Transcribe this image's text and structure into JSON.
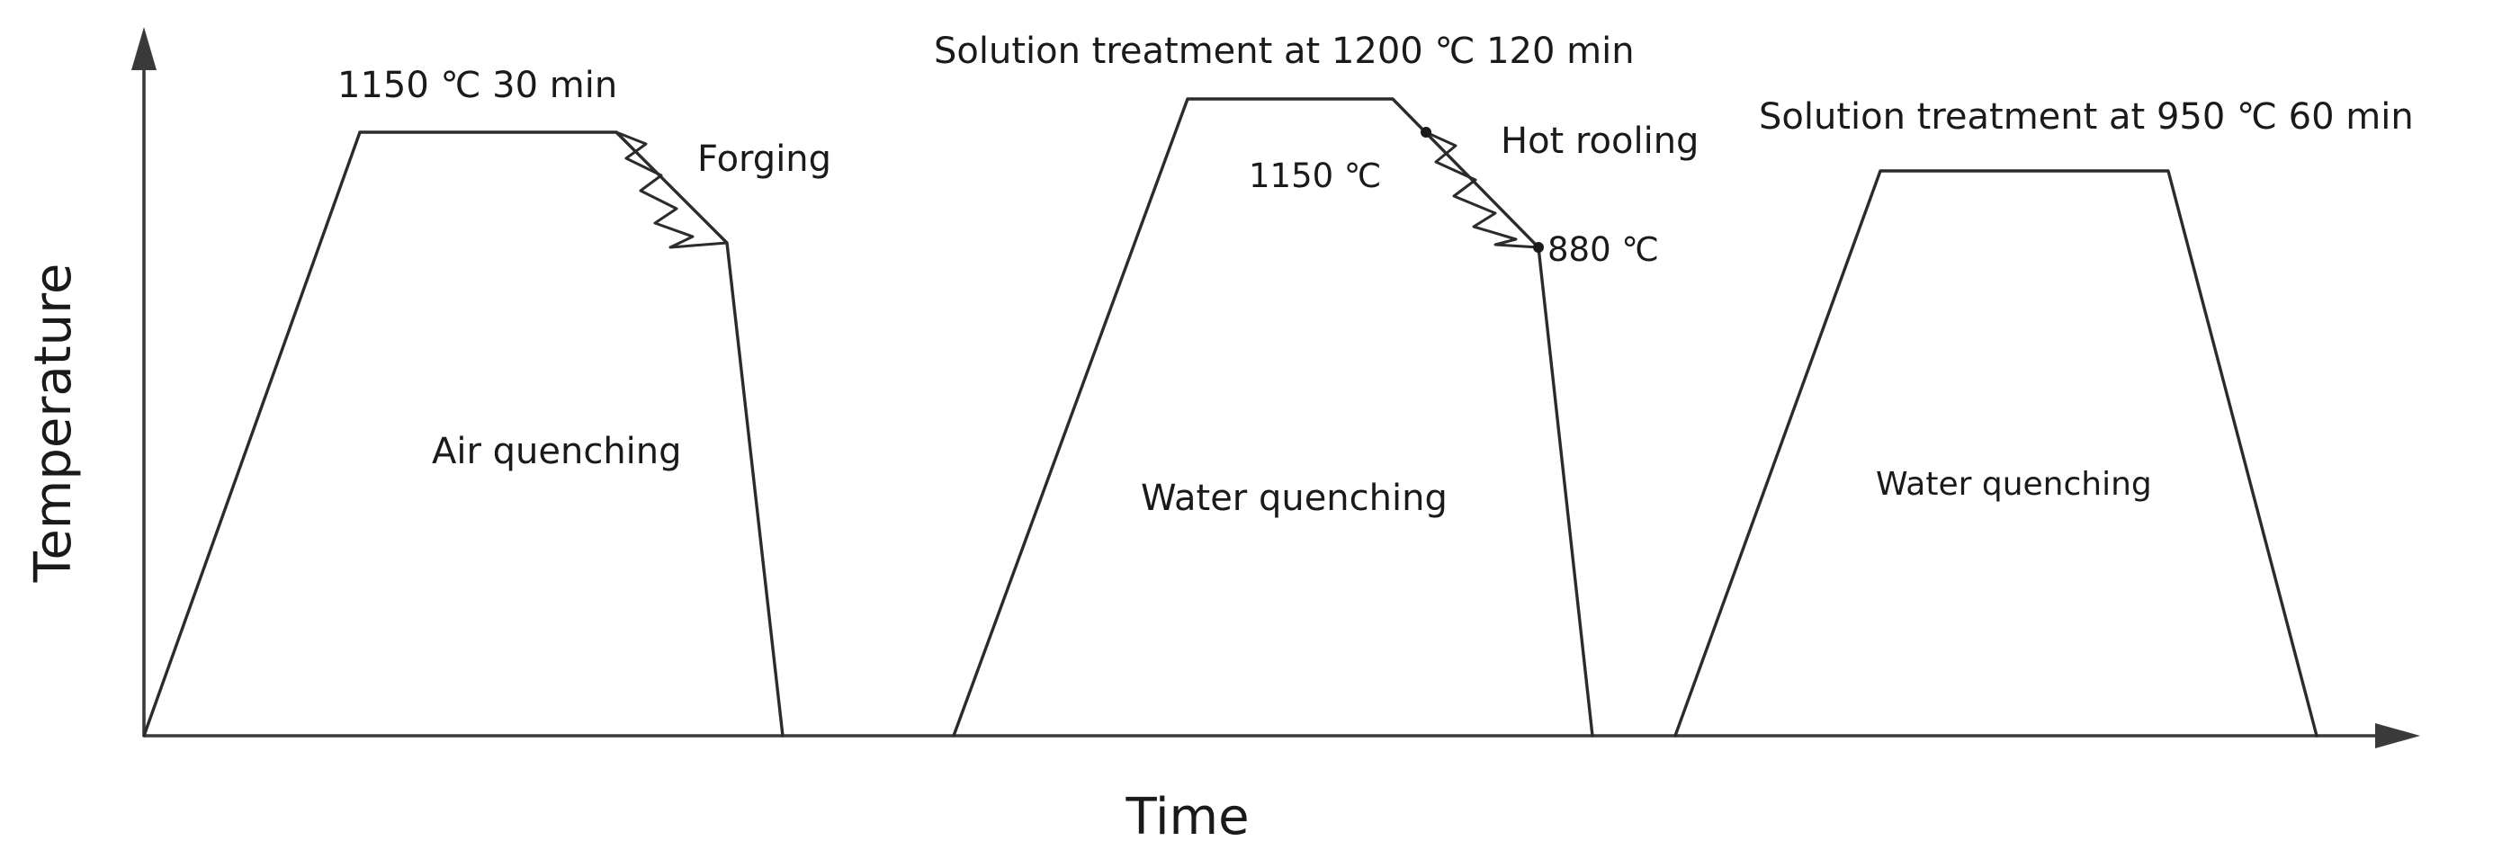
{
  "colors": {
    "line": "#2b2b2b",
    "text": "#1a1a1a",
    "background": "#ffffff"
  },
  "axes": {
    "y_label": "Temperature",
    "x_label": "Time"
  },
  "stages": [
    {
      "hold_label": "1150 ℃ 30 min",
      "deformation_label": "Forging",
      "cooling_label": "Air quenching"
    },
    {
      "hold_label": "Solution treatment at 1200 ℃ 120 min",
      "deformation_label": "Hot rooling",
      "start_temp_label": "1150 ℃",
      "end_temp_label": "880 ℃",
      "cooling_label": "Water quenching"
    },
    {
      "hold_label": "Solution treatment at 950 ℃ 60 min",
      "cooling_label": "Water quenching"
    }
  ]
}
